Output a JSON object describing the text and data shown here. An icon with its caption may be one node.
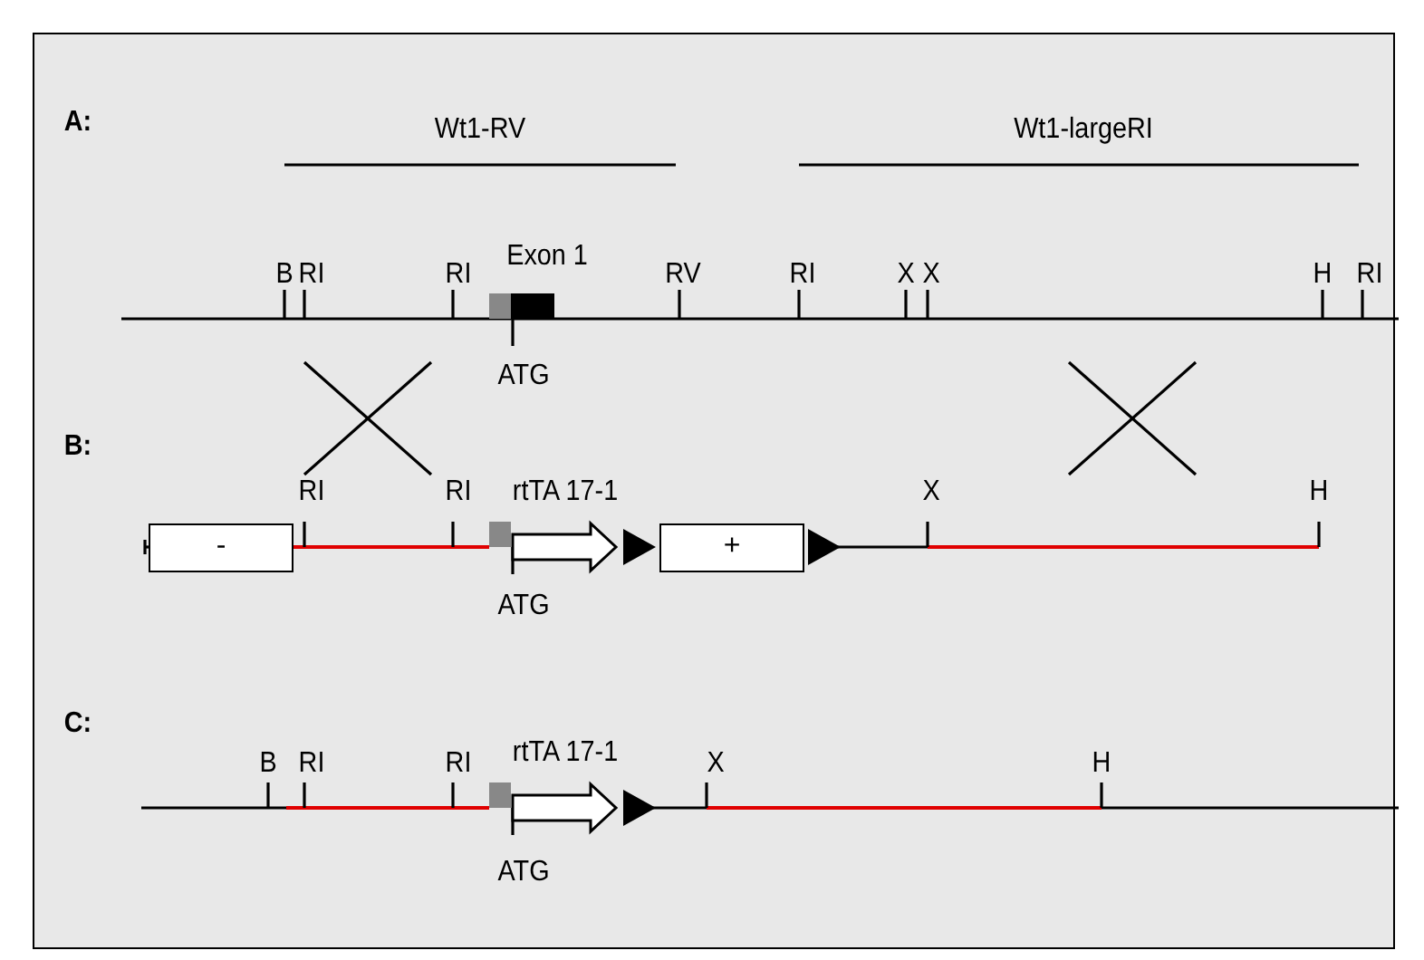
{
  "diagram": {
    "nodes": [
      {
        "text": [
          "Exon 1"
        ]
      },
      {
        "text": [
          "-"
        ]
      },
      {
        "text": [
          "rtTA 17-1"
        ]
      },
      {
        "text": [
          "+"
        ]
      },
      {
        "text": [
          "rtTA 17-1"
        ]
      }
    ],
    "labels": [
      "A:",
      "Wt1-RV",
      "Wt1-largeRI",
      "B",
      "RI",
      "RI",
      "RV",
      "RI",
      "X",
      "X",
      "H",
      "RI",
      "ATG",
      "B:",
      "RI",
      "RI",
      "X",
      "H",
      "ATG",
      "C:",
      "B",
      "RI",
      "RI",
      "X",
      "H",
      "ATG"
    ]
  }
}
